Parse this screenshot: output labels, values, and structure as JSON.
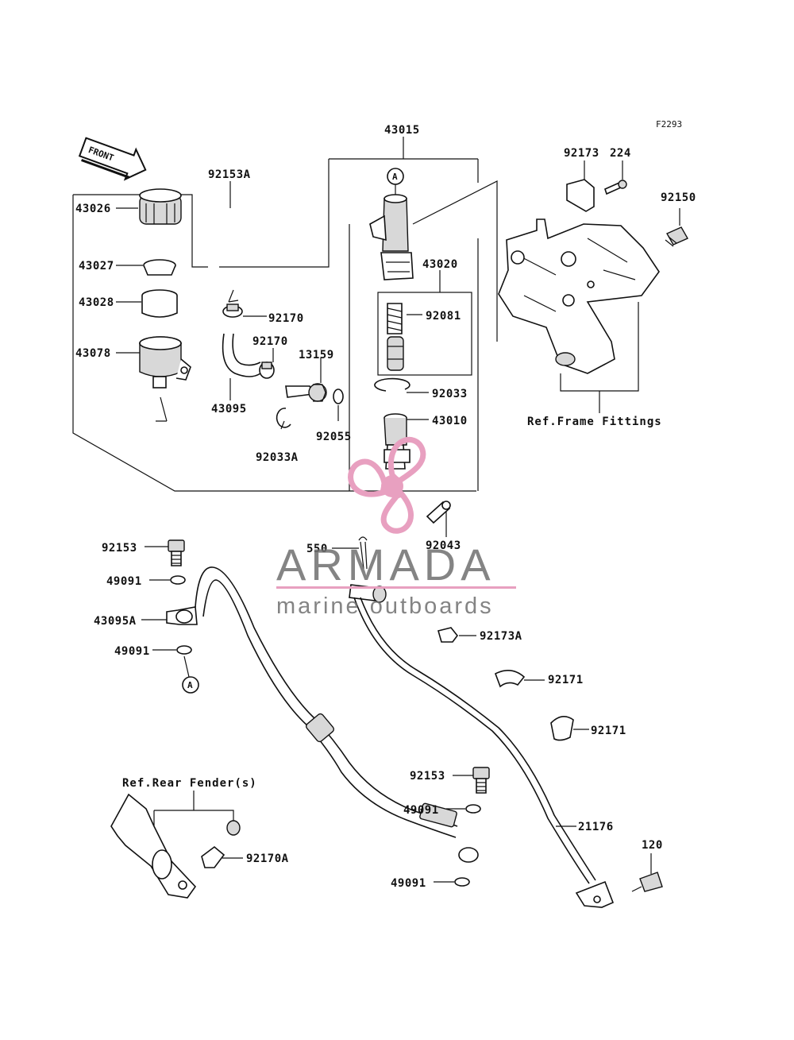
{
  "figure_code": "F2293",
  "front_label": "FRONT",
  "circle_marker": "A",
  "parts": {
    "p43015": "43015",
    "p43026": "43026",
    "p43027": "43027",
    "p43028": "43028",
    "p43078": "43078",
    "p92153A": "92153A",
    "p92170a": "92170",
    "p92170b": "92170",
    "p43095": "43095",
    "p13159": "13159",
    "p92033A": "92033A",
    "p92055": "92055",
    "p43020": "43020",
    "p92081": "92081",
    "p92033": "92033",
    "p43010": "43010",
    "p92043": "92043",
    "p550": "550",
    "p92173": "92173",
    "p224": "224",
    "p92150": "92150",
    "p92153a": "92153",
    "p49091a": "49091",
    "p43095A": "43095A",
    "p49091b": "49091",
    "p92173A": "92173A",
    "p92171a": "92171",
    "p92171b": "92171",
    "p92153b": "92153",
    "p49091c": "49091",
    "p49091d": "49091",
    "p21176": "21176",
    "p120": "120",
    "p92170A": "92170A"
  },
  "refs": {
    "frame_fittings": "Ref.Frame Fittings",
    "rear_fender": "Ref.Rear Fender(s)"
  },
  "watermark": {
    "brand": "ARMADA",
    "tagline": "marine outboards",
    "colors": {
      "logo_pink": "#e8a0c0",
      "text_gray": "#6e6e6e"
    }
  }
}
